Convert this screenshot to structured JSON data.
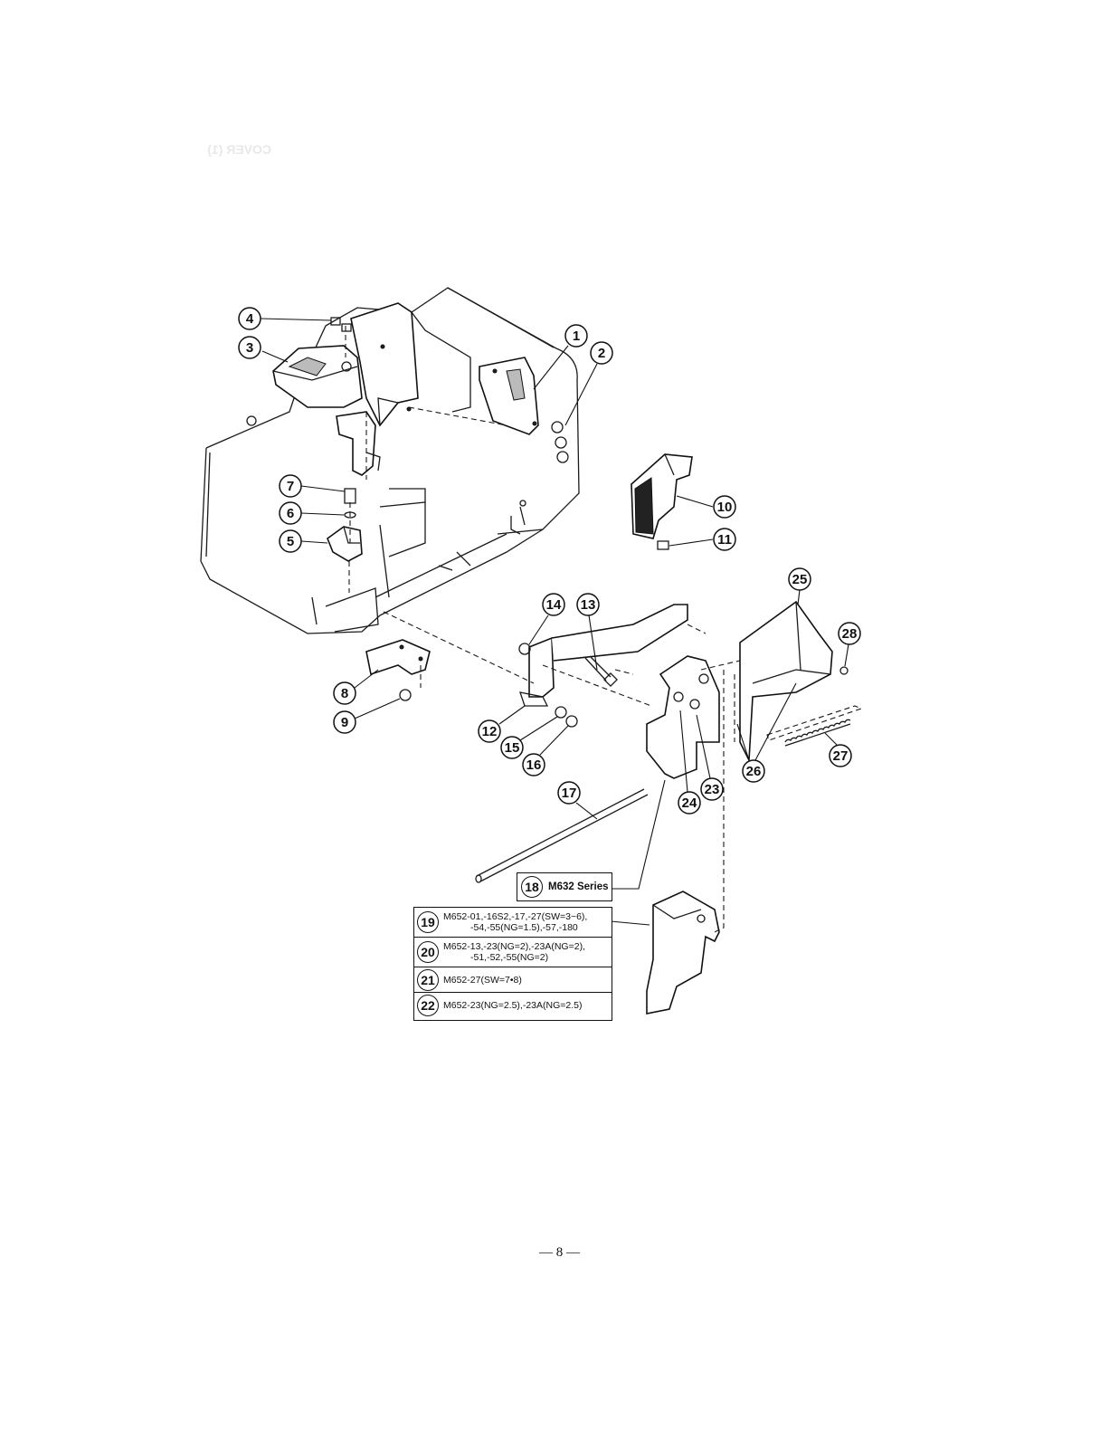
{
  "header_ghost": {
    "title": "COVER (1)"
  },
  "callouts": [
    "1",
    "2",
    "3",
    "4",
    "5",
    "6",
    "7",
    "8",
    "9",
    "10",
    "11",
    "12",
    "13",
    "14",
    "15",
    "16",
    "17",
    "23",
    "24",
    "25",
    "26",
    "27",
    "28"
  ],
  "series_box": {
    "number": "18",
    "label": "M632 Series"
  },
  "model_table": [
    {
      "number": "19",
      "line1": "M652-01,-16S2,-17,-27(SW=3~6),",
      "line2": "-54,-55(NG=1.5),-57,-180"
    },
    {
      "number": "20",
      "line1": "M652-13,-23(NG=2),-23A(NG=2),",
      "line2": "-51,-52,-55(NG=2)"
    },
    {
      "number": "21",
      "line1": "M652-27(SW=7•8)",
      "line2": ""
    },
    {
      "number": "22",
      "line1": "M652-23(NG=2.5),-23A(NG=2.5)",
      "line2": ""
    }
  ],
  "page_number": "— 8 —"
}
